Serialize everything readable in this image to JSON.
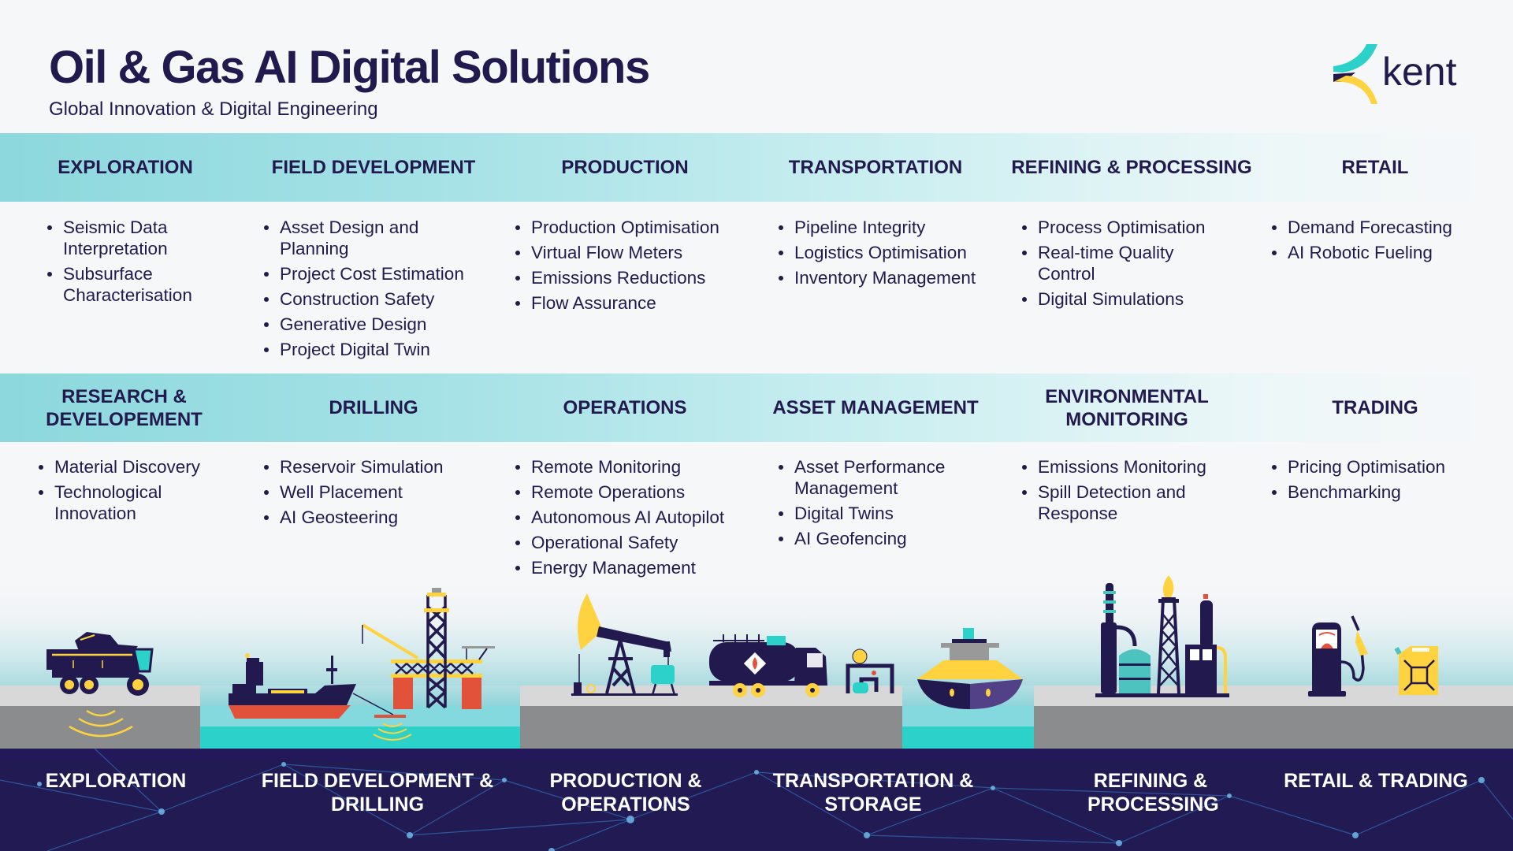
{
  "header": {
    "title": "Oil & Gas AI Digital Solutions",
    "subtitle": "Global Innovation & Digital Engineering",
    "logo_text": "kent"
  },
  "colors": {
    "navy": "#22194F",
    "teal": "#2CD2C9",
    "band_teal": "#8CD8DD",
    "yellow": "#FFD23F",
    "red": "#E2513A",
    "purple": "#534187",
    "ground_light": "#D8D8D8",
    "ground_dark": "#8A8C8E"
  },
  "row1": [
    {
      "heading": "EXPLORATION",
      "items": [
        "Seismic Data Interpretation",
        "Subsurface Characterisation"
      ]
    },
    {
      "heading": "FIELD DEVELOPMENT",
      "items": [
        "Asset Design and Planning",
        "Project Cost Estimation",
        "Construction Safety",
        "Generative Design",
        "Project Digital Twin"
      ]
    },
    {
      "heading": "PRODUCTION",
      "items": [
        "Production Optimisation",
        "Virtual Flow Meters",
        "Emissions Reductions",
        "Flow Assurance"
      ]
    },
    {
      "heading": "TRANSPORTATION",
      "items": [
        "Pipeline Integrity",
        "Logistics Optimisation",
        "Inventory Management"
      ]
    },
    {
      "heading": "REFINING & PROCESSING",
      "items": [
        "Process Optimisation",
        "Real-time Quality Control",
        "Digital Simulations"
      ]
    },
    {
      "heading": "RETAIL",
      "items": [
        "Demand Forecasting",
        "AI Robotic Fueling"
      ]
    }
  ],
  "row2": [
    {
      "heading": "RESEARCH & DEVELOPEMENT",
      "items": [
        "Material Discovery",
        "Technological Innovation"
      ]
    },
    {
      "heading": "DRILLING",
      "items": [
        "Reservoir Simulation",
        "Well Placement",
        "AI Geosteering"
      ]
    },
    {
      "heading": "OPERATIONS",
      "items": [
        "Remote Monitoring",
        "Remote Operations",
        "Autonomous AI Autopilot",
        "Operational Safety",
        "Energy Management"
      ]
    },
    {
      "heading": "ASSET MANAGEMENT",
      "items": [
        "Asset Performance Management",
        "Digital Twins",
        "AI Geofencing"
      ]
    },
    {
      "heading": "ENVIRONMENTAL MONITORING",
      "items": [
        "Emissions Monitoring",
        "Spill Detection and Response"
      ]
    },
    {
      "heading": "TRADING",
      "items": [
        "Pricing Optimisation",
        "Benchmarking"
      ]
    }
  ],
  "illustrations": [
    {
      "name": "seismic-truck-icon"
    },
    {
      "name": "survey-ship-icon"
    },
    {
      "name": "offshore-rig-icon"
    },
    {
      "name": "pump-jack-icon"
    },
    {
      "name": "tanker-truck-icon"
    },
    {
      "name": "pipeline-valve-icon"
    },
    {
      "name": "oil-tanker-ship-icon"
    },
    {
      "name": "refinery-icon"
    },
    {
      "name": "fuel-pump-icon"
    },
    {
      "name": "jerry-can-icon"
    }
  ],
  "footer": {
    "stages": [
      "EXPLORATION",
      "FIELD DEVELOPMENT & DRILLING",
      "PRODUCTION & OPERATIONS",
      "TRANSPORTATION & STORAGE",
      "REFINING & PROCESSING",
      "RETAIL & TRADING"
    ]
  }
}
